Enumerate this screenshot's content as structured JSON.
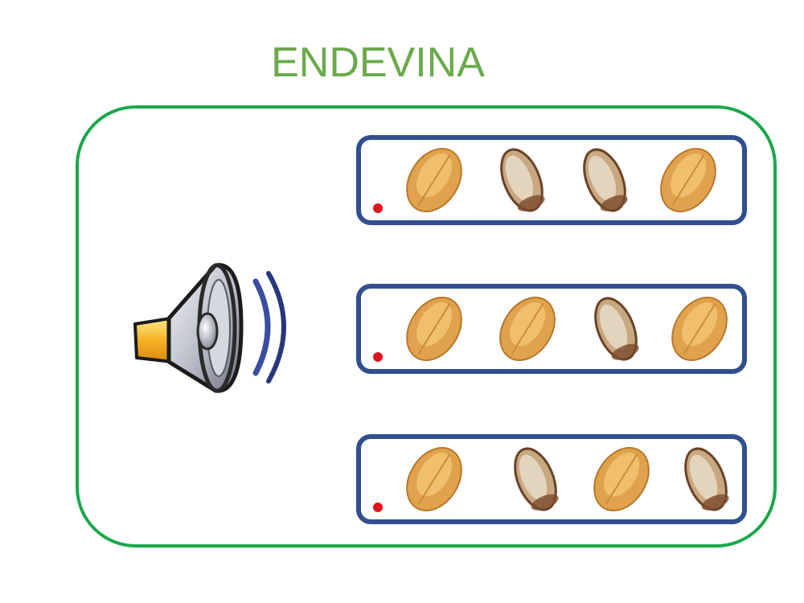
{
  "title": "ENDEVINA",
  "speaker": {
    "icon": "speaker-icon"
  },
  "options": [
    {
      "id": "option-1",
      "breads": [
        "bread-roll",
        "whole-grain-roll",
        "whole-grain-roll",
        "bread-roll"
      ]
    },
    {
      "id": "option-2",
      "breads": [
        "bread-roll",
        "bread-roll",
        "whole-grain-roll",
        "bread-roll"
      ]
    },
    {
      "id": "option-3",
      "breads": [
        "bread-roll",
        "whole-grain-roll",
        "bread-roll",
        "whole-grain-roll"
      ]
    }
  ],
  "colors": {
    "title": "#6aaa4b",
    "frame": "#1aa84a",
    "option_border": "#2f4f8f",
    "marker_dot": "#e0141e",
    "bread_roll": "#e0a24c",
    "whole_grain_roll": "#c8a882"
  }
}
